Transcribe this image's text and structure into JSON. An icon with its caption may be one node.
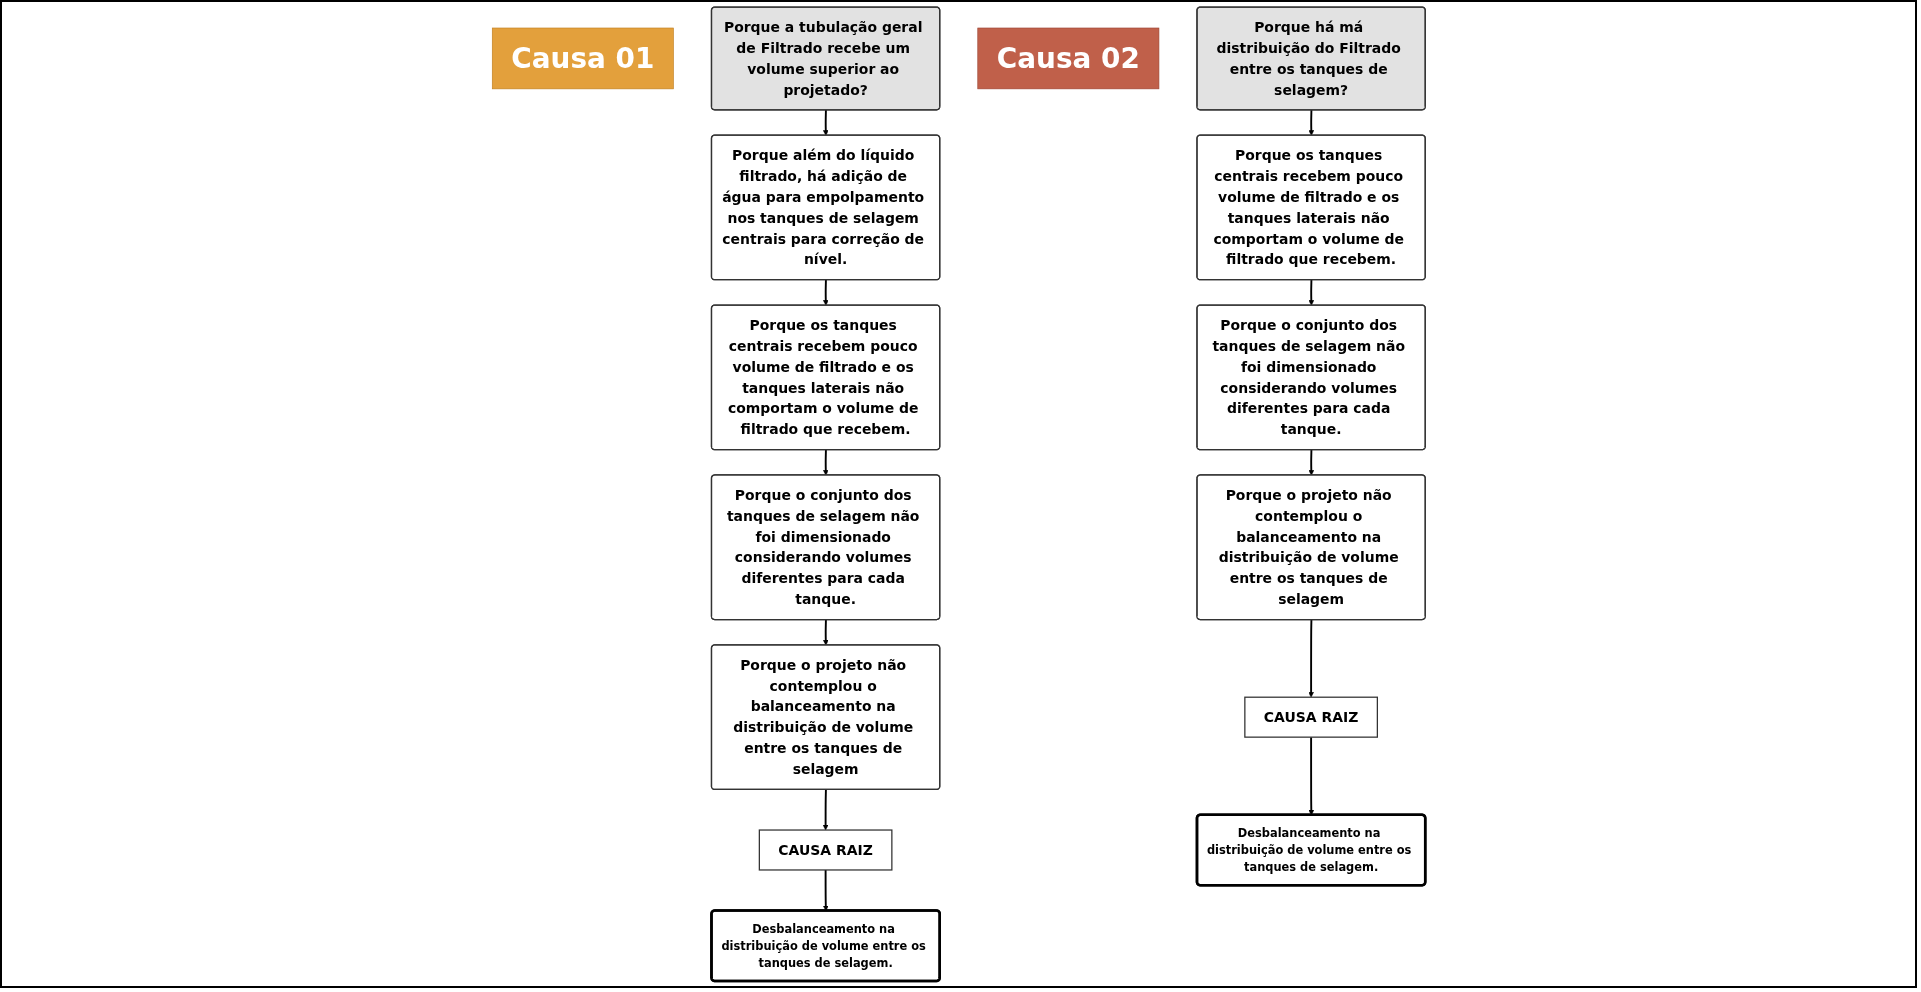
{
  "diagram": {
    "nodes": [
      {
        "text": [
          "Causa 01"
        ]
      },
      {
        "text": [
          "Porque a tubulação geral de Filtrado recebe um volume superior ao projetado?"
        ]
      },
      {
        "text": [
          "Porque além do líquido filtrado, há adição de água para empolpamento nos tanques de selagem centrais para correção de nível."
        ]
      },
      {
        "text": [
          "Porque os tanques centrais recebem pouco volume de filtrado e os tanques laterais não comportam o volume de filtrado que recebem."
        ]
      },
      {
        "text": [
          "Porque o conjunto dos tanques de selagem não foi dimensionado considerando volumes diferentes para cada tanque."
        ]
      },
      {
        "text": [
          "Porque o projeto não contemplou o balanceamento na distribuição de volume entre os tanques de selagem"
        ]
      },
      {
        "text": [
          "CAUSA RAIZ"
        ]
      },
      {
        "text": [
          "Desbalanceamento na distribuição de volume entre os tanques de selagem."
        ]
      },
      {
        "text": [
          "Causa 02"
        ]
      },
      {
        "text": [
          "Porque há má distribuição do Filtrado entre os tanques de selagem?"
        ]
      },
      {
        "text": [
          "Porque os tanques centrais recebem pouco volume de filtrado e os tanques laterais não comportam o volume de filtrado que recebem."
        ]
      },
      {
        "text": [
          "Porque o conjunto dos tanques de selagem não foi dimensionado considerando volumes diferentes para cada tanque."
        ]
      },
      {
        "text": [
          "Porque o projeto não contemplou o balanceamento na distribuição de volume entre os tanques de selagem"
        ]
      },
      {
        "text": [
          "CAUSA RAIZ"
        ]
      },
      {
        "text": [
          "Desbalanceamento na distribuição de volume entre os tanques de selagem."
        ]
      }
    ],
    "edges": [
      {
        "from": 1,
        "to": 2,
        "arrow": "to"
      },
      {
        "from": 2,
        "to": 3,
        "arrow": "to"
      },
      {
        "from": 3,
        "to": 4,
        "arrow": "to"
      },
      {
        "from": 4,
        "to": 5,
        "arrow": "to"
      },
      {
        "from": 5,
        "to": 6,
        "arrow": "to"
      },
      {
        "from": 6,
        "to": 7,
        "arrow": "to"
      },
      {
        "from": 9,
        "to": 10,
        "arrow": "to"
      },
      {
        "from": 10,
        "to": 11,
        "arrow": "to"
      },
      {
        "from": 11,
        "to": 12,
        "arrow": "to"
      },
      {
        "from": 12,
        "to": 13,
        "arrow": "to"
      },
      {
        "from": 13,
        "to": 14,
        "arrow": "to"
      }
    ]
  }
}
